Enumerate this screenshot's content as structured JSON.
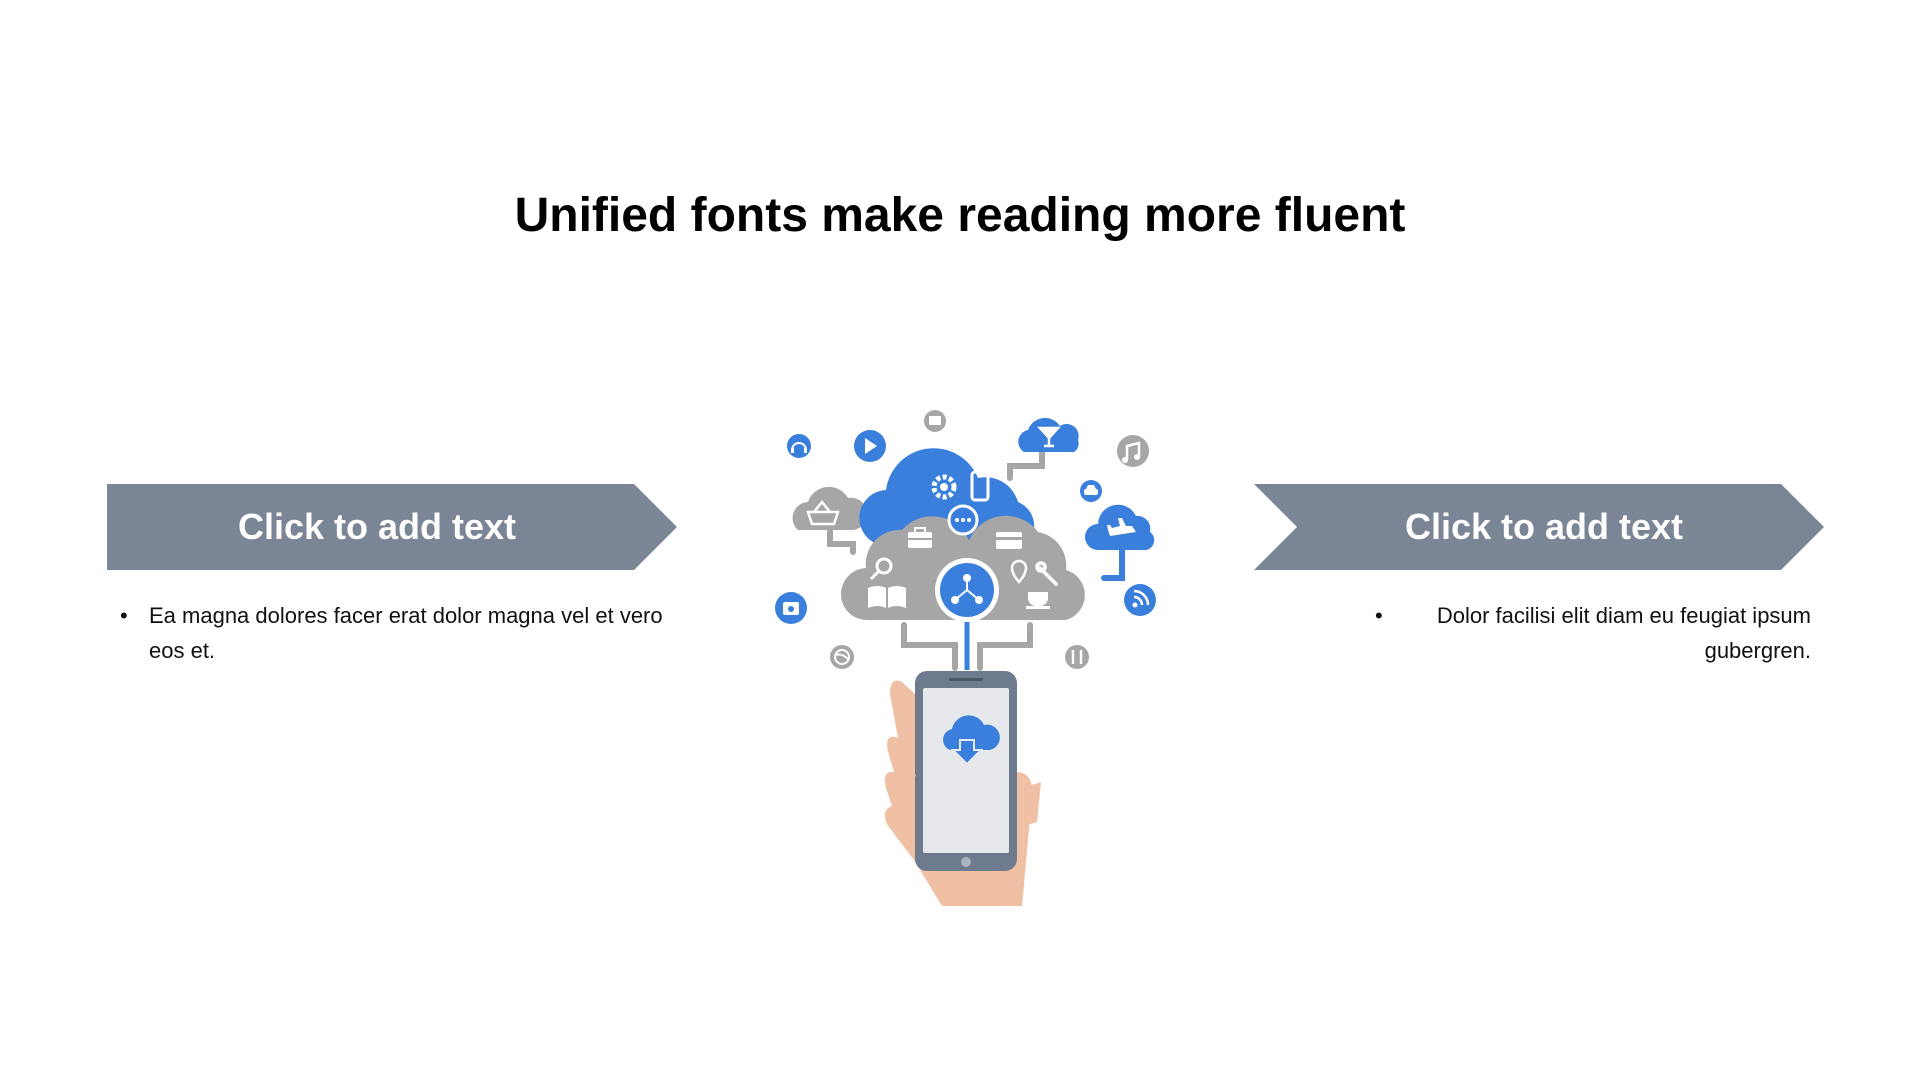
{
  "slide": {
    "title": "Unified fonts make reading more fluent"
  },
  "left_panel": {
    "banner_label": "Click to add text",
    "bullets": [
      "Ea magna dolores facer erat dolor magna vel et vero eos et."
    ]
  },
  "right_panel": {
    "banner_label": "Click to add text",
    "bullets": [
      "Dolor facilisi elit diam eu feugiat ipsum gubergren."
    ]
  },
  "illustration": {
    "icons": [
      "headphones-icon",
      "play-icon",
      "message-icon",
      "cocktail-icon",
      "music-note-icon",
      "shopping-basket-icon",
      "settings-icon",
      "smartphone-icon",
      "chat-icon",
      "briefcase-icon",
      "credit-card-icon",
      "car-icon",
      "airplane-icon",
      "search-icon",
      "book-icon",
      "network-icon",
      "location-pin-icon",
      "wrench-icon",
      "coffee-icon",
      "camera-icon",
      "rss-icon",
      "globe-icon",
      "cutlery-icon",
      "cloud-download-icon"
    ],
    "colors": {
      "blue": "#3b7fdc",
      "gray": "#a6a6a6",
      "phone": "#6e7b8f",
      "screen": "#e6e8ec",
      "skin": "#efc0a3"
    }
  },
  "theme": {
    "banner_color": "#7a8596",
    "title_color": "#000000",
    "text_color": "#111111"
  }
}
